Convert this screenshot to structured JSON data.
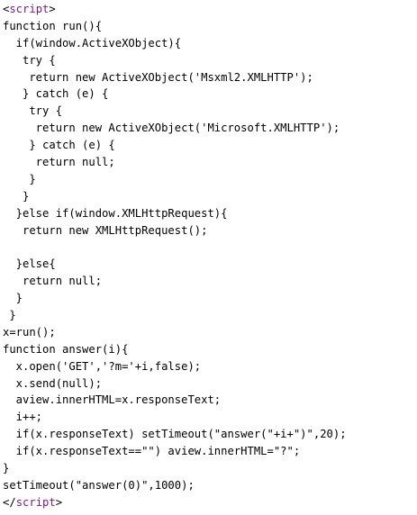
{
  "code": {
    "open_tag": {
      "lt": "<",
      "name": "script",
      "gt": ">"
    },
    "lines": [
      "function run(){",
      "  if(window.ActiveXObject){",
      "   try {",
      "    return new ActiveXObject('Msxml2.XMLHTTP');",
      "   } catch (e) {",
      "    try {",
      "     return new ActiveXObject('Microsoft.XMLHTTP');",
      "    } catch (e) {",
      "     return null;",
      "    }",
      "   }",
      "  }else if(window.XMLHttpRequest){",
      "   return new XMLHttpRequest();",
      "",
      "  }else{",
      "   return null;",
      "  }",
      " }",
      "x=run();",
      "function answer(i){",
      "  x.open('GET','?m='+i,false);",
      "  x.send(null);",
      "  aview.innerHTML=x.responseText;",
      "  i++;",
      "  if(x.responseText) setTimeout(\"answer(\"+i+\")\",20);",
      "  if(x.responseText==\"\") aview.innerHTML=\"?\";",
      "}",
      "setTimeout(\"answer(0)\",1000);"
    ],
    "close_tag": {
      "lt": "</",
      "name": "script",
      "gt": ">"
    }
  }
}
